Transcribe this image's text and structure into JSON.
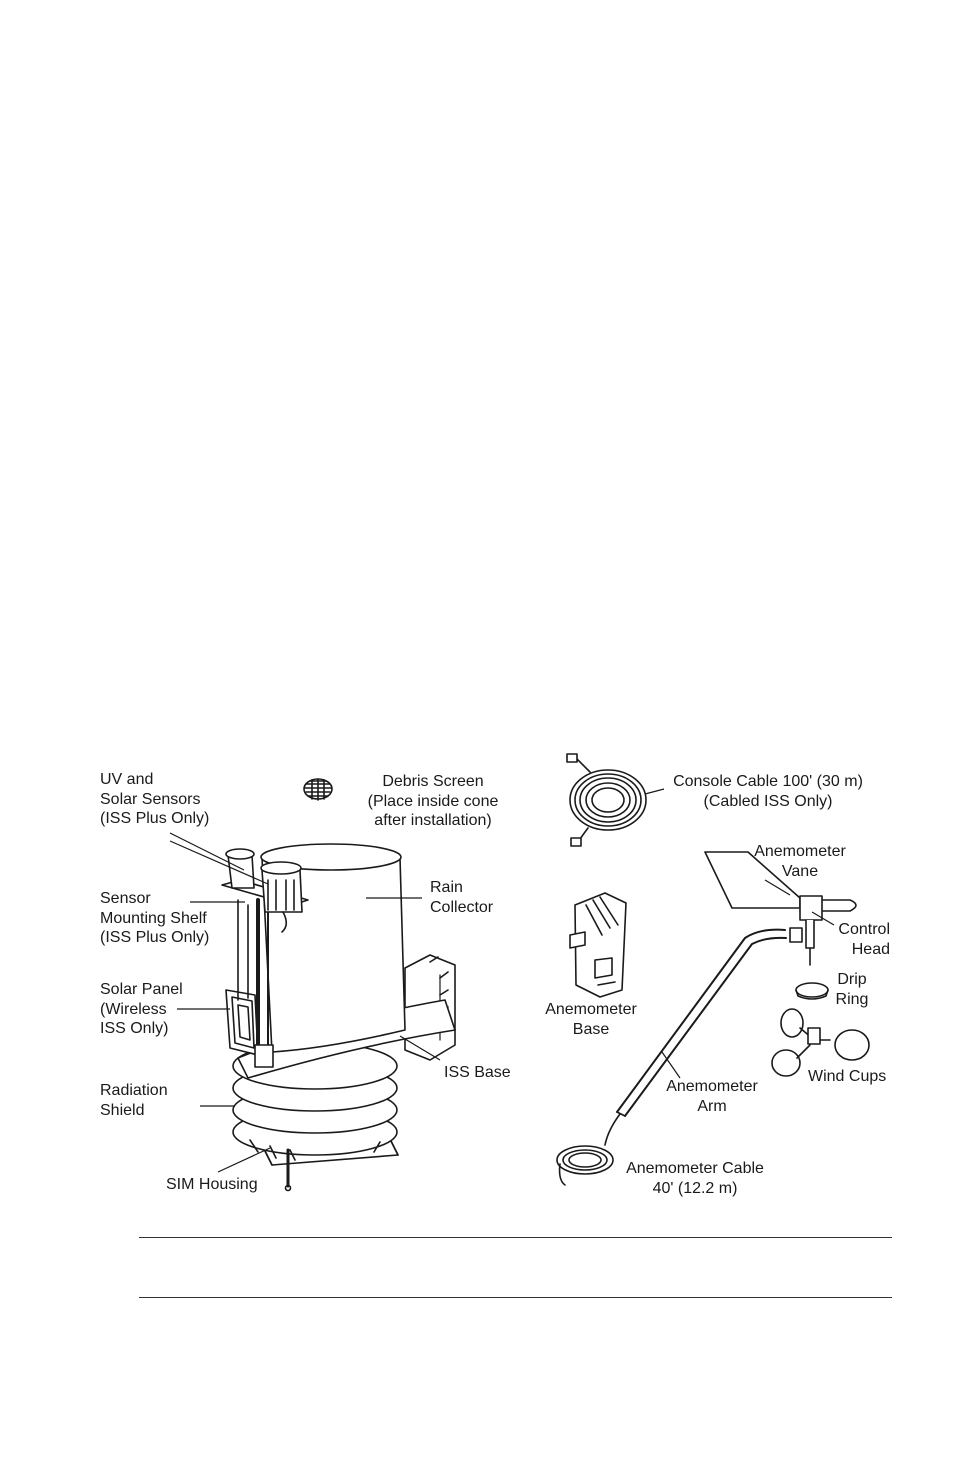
{
  "labels": {
    "uv_solar": "UV and\nSolar Sensors\n(ISS Plus Only)",
    "debris": "Debris Screen\n(Place inside cone\nafter installation)",
    "console_cable": "Console Cable 100' (30 m)\n(Cabled ISS Only)",
    "anemometer_vane": "Anemometer\nVane",
    "sensor_shelf": "Sensor\nMounting Shelf\n(ISS Plus Only)",
    "rain_collector": "Rain\nCollector",
    "control_head": "Control\nHead",
    "anemometer_base": "Anemometer\nBase",
    "drip_ring": "Drip\nRing",
    "solar_panel": "Solar Panel\n(Wireless\nISS Only)",
    "iss_base": "ISS Base",
    "wind_cups": "Wind Cups",
    "anemometer_arm": "Anemometer\nArm",
    "radiation_shield": "Radiation\nShield",
    "sim_housing": "SIM Housing",
    "anemometer_cable": "Anemometer Cable\n40' (12.2 m)"
  }
}
